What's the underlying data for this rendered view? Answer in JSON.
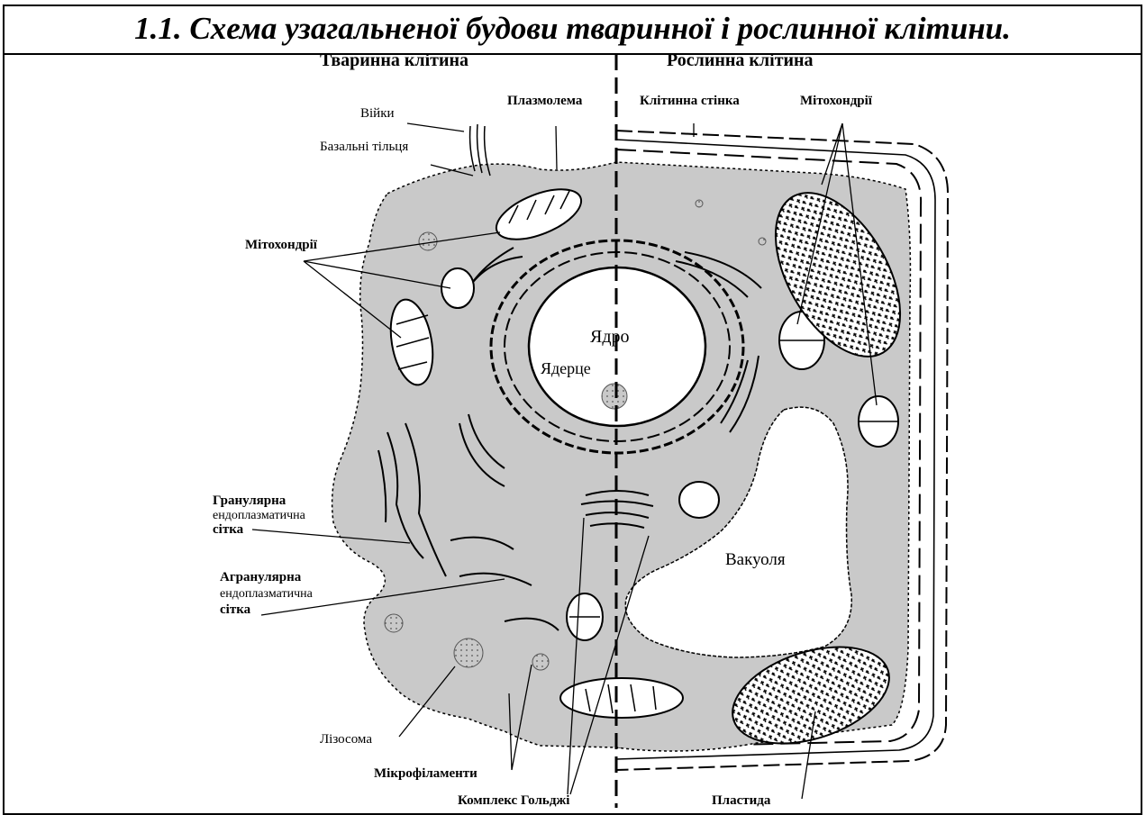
{
  "title": "1.1. Схема узагальненої будови тваринної і рослинної клітини.",
  "headers": {
    "animal": "Тваринна клітина",
    "plant": "Рослинна клітина"
  },
  "labels": {
    "cilia": "Війки",
    "basal_bodies": "Базальні тільця",
    "plasmalemma": "Плазмолема",
    "cell_wall": "Клітинна стінка",
    "mito_plant": "Мітохондрії",
    "mito_animal": "Мітохондрії",
    "nucleus": "Ядро",
    "nucleolus": "Ядерце",
    "granular_er_1": "Гранулярна",
    "granular_er_2": "ендоплазматична",
    "granular_er_3": "сітка",
    "agranular_er_1": "Агранулярна",
    "agranular_er_2": "ендоплазматична",
    "agranular_er_3": "сітка",
    "vacuole": "Вакуоля",
    "lysosome": "Лізосома",
    "microfilaments": "Мікрофіламенти",
    "golgi": "Комплекс Гольджі",
    "plastid": "Пластида"
  },
  "colors": {
    "cytoplasm": "#c9c9c9",
    "line": "#000000",
    "background": "#ffffff"
  }
}
